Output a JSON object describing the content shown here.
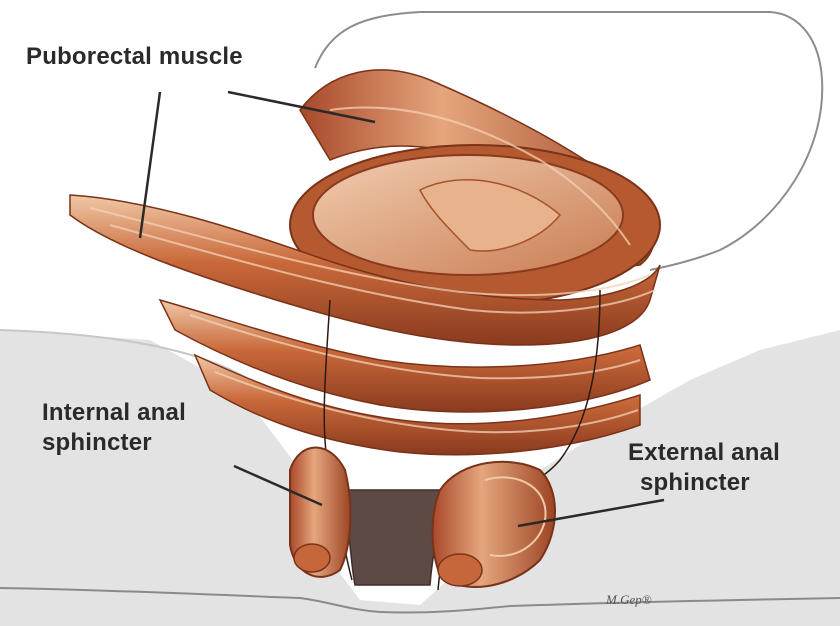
{
  "labels": {
    "puborectal": "Puborectal muscle",
    "internal_line1": "Internal anal",
    "internal_line2": "sphincter",
    "external_line1": "External anal",
    "external_line2": "sphincter"
  },
  "signature": "M.Gep®",
  "colors": {
    "muscle_dark": "#8a3a1e",
    "muscle_mid": "#b5562c",
    "muscle_light": "#e9b48d",
    "tissue": "#e2e2e2",
    "leader_line": "#2a2a2a"
  }
}
